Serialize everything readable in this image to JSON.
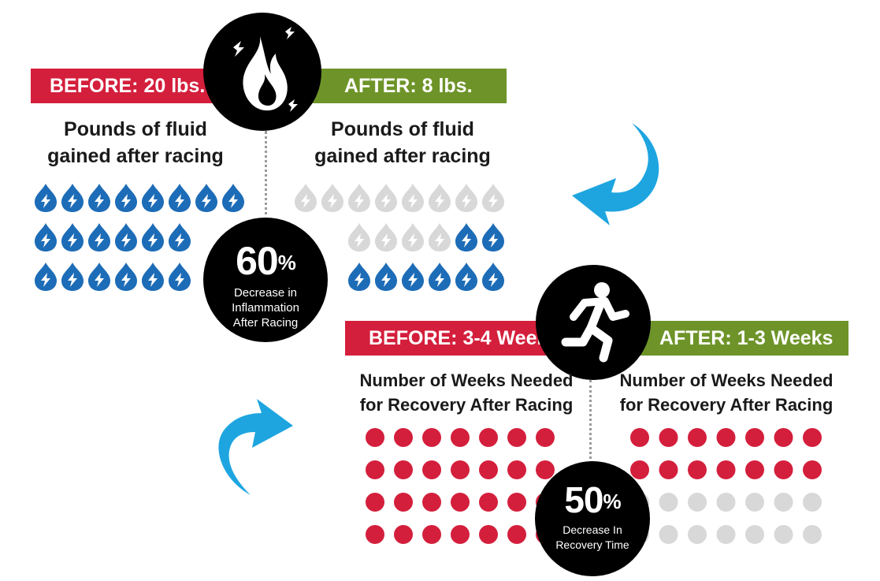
{
  "colors": {
    "red": "#d41f3c",
    "green": "#6e9429",
    "blue": "#1d6cb7",
    "gray": "#d8d8d8",
    "arrow": "#1ea5e0",
    "black": "#000000"
  },
  "fluid": {
    "before_label": "BEFORE: 20 lbs.",
    "after_label": "AFTER: 8 lbs.",
    "before_heading": [
      "Pounds of fluid",
      "gained after racing"
    ],
    "after_heading": [
      "Pounds of fluid",
      "gained after racing"
    ],
    "before_rows": [
      8,
      6,
      6
    ],
    "after_rows_total": [
      8,
      6,
      6
    ],
    "after_filled_per_row": [
      0,
      2,
      6
    ],
    "icon": "flame-lightning-icon"
  },
  "inflammation": {
    "value": "60",
    "unit": "%",
    "lines": [
      "Decrease in",
      "Inflammation",
      "After Racing"
    ]
  },
  "recovery": {
    "before_label": "BEFORE: 3-4 Weeks",
    "after_label": "AFTER: 1-3 Weeks",
    "before_heading": [
      "Number of Weeks Needed",
      "for Recovery After Racing"
    ],
    "after_heading": [
      "Number of Weeks Needed",
      "for Recovery After Racing"
    ],
    "before_rows": 4,
    "after_rows": 4,
    "dots_per_row": 7,
    "after_filled_rows": 2,
    "icon": "runner-icon"
  },
  "recovery_time": {
    "value": "50",
    "unit": "%",
    "lines": [
      "Decrease In",
      "Recovery Time"
    ]
  }
}
